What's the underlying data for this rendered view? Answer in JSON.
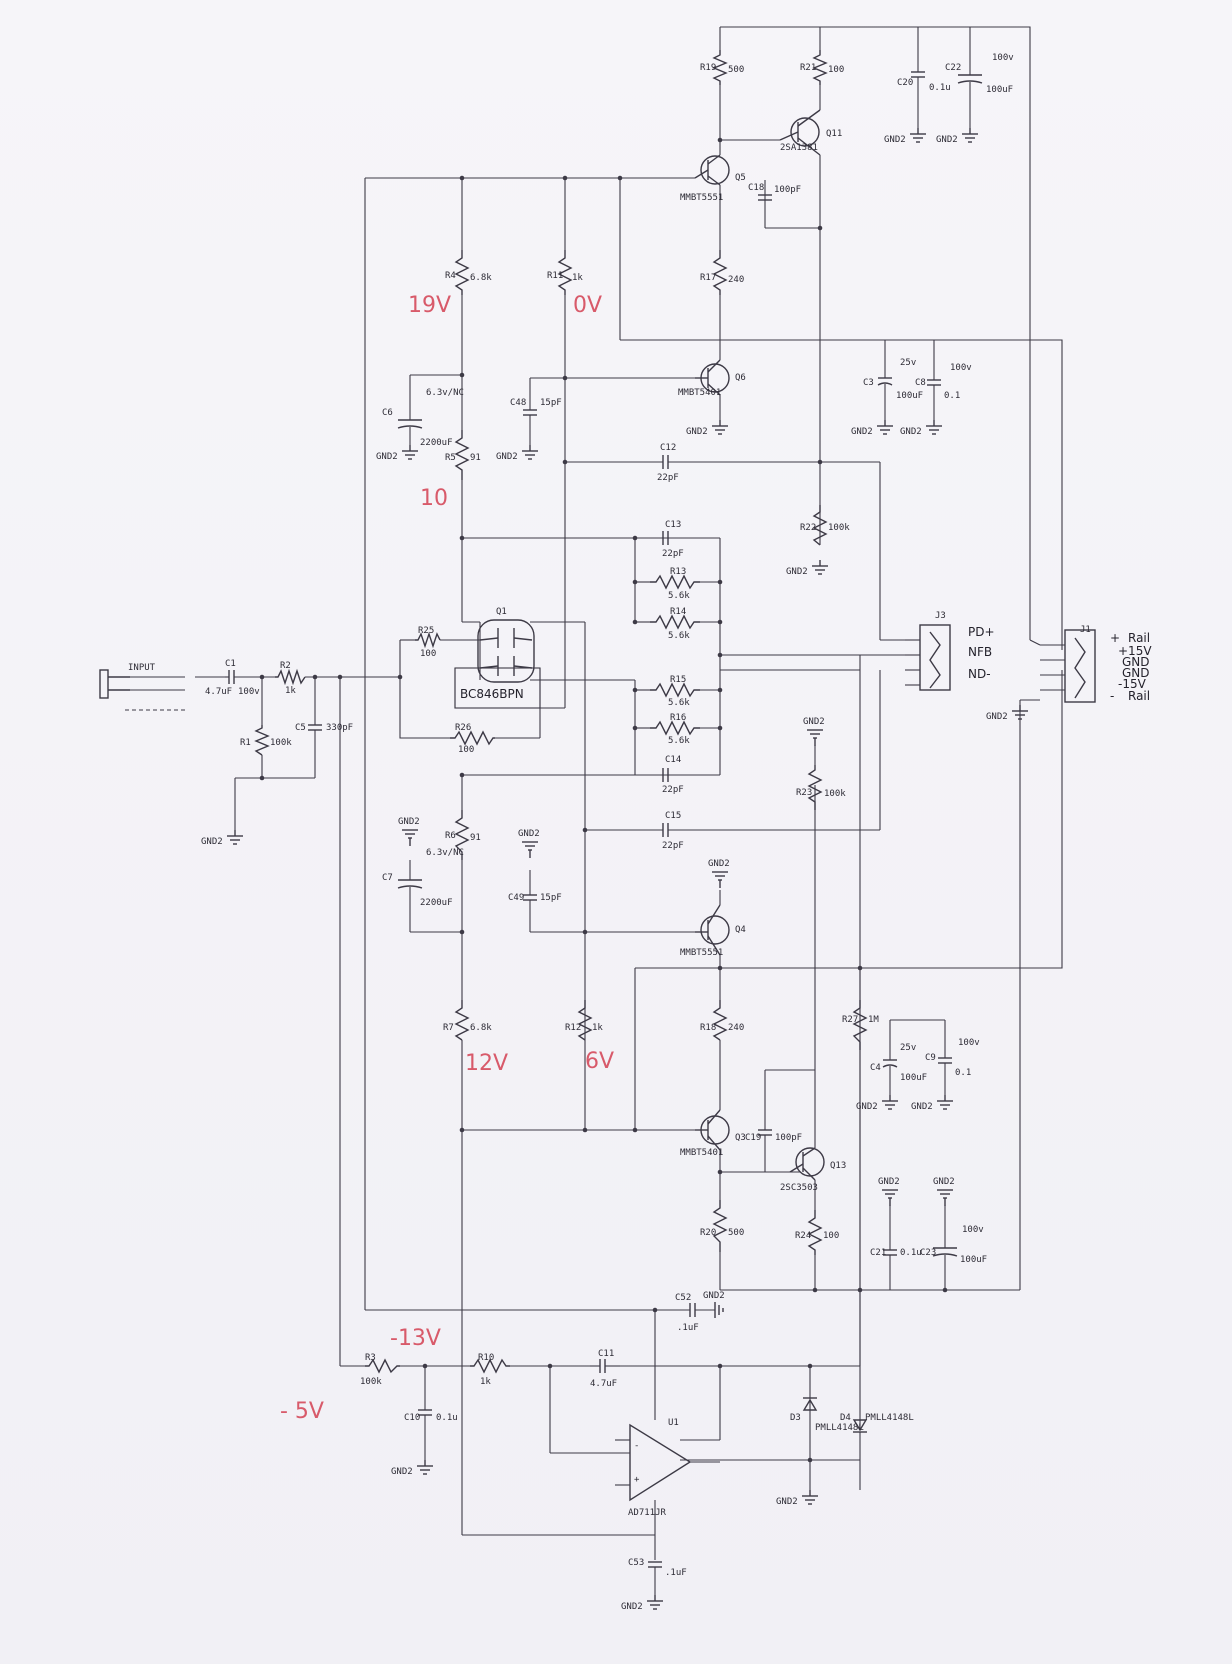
{
  "colors": {
    "ink": "#3d3a46",
    "pen": "#d85a6a",
    "paper": "#f3f2f6"
  },
  "components": {
    "input": "INPUT",
    "C1": [
      "C1",
      "4.7uF",
      "100v"
    ],
    "R2": [
      "R2",
      "1k"
    ],
    "R1": [
      "R1",
      "100k"
    ],
    "C5": [
      "C5",
      "330pF"
    ],
    "R25": [
      "R25",
      "100"
    ],
    "R26": [
      "R26",
      "100"
    ],
    "Q1": [
      "Q1",
      "BC846BPN"
    ],
    "R4": [
      "R4",
      "6.8k"
    ],
    "R5": [
      "R5",
      "91"
    ],
    "C6": [
      "C6",
      "2200uF",
      "6.3v/NC"
    ],
    "R11": [
      "R11",
      "1k"
    ],
    "C48": [
      "C48",
      "15pF"
    ],
    "R6": [
      "R6",
      "91"
    ],
    "C7": [
      "C7",
      "2200uF",
      "6.3v/NC"
    ],
    "C49": [
      "C49",
      "15pF"
    ],
    "R7": [
      "R7",
      "6.8k"
    ],
    "R12": [
      "R12",
      "1k"
    ],
    "C12": [
      "C12",
      "22pF"
    ],
    "C13": [
      "C13",
      "22pF"
    ],
    "R13": [
      "R13",
      "5.6k"
    ],
    "R14": [
      "R14",
      "5.6k"
    ],
    "R15": [
      "R15",
      "5.6k"
    ],
    "R16": [
      "R16",
      "5.6k"
    ],
    "C14": [
      "C14",
      "22pF"
    ],
    "C15": [
      "C15",
      "22pF"
    ],
    "R19": [
      "R19",
      "500"
    ],
    "Q5": [
      "Q5",
      "MMBT5551"
    ],
    "R17": [
      "R17",
      "240"
    ],
    "Q6": [
      "Q6",
      "MMBT5401"
    ],
    "C18": [
      "C18",
      "100pF"
    ],
    "R21": [
      "R21",
      "100"
    ],
    "Q11": [
      "Q11",
      "2SA1381"
    ],
    "R22": [
      "R22",
      "100k"
    ],
    "C20": [
      "C20",
      "0.1u"
    ],
    "C22": [
      "C22",
      "100uF",
      "100v"
    ],
    "C3": [
      "C3",
      "100uF",
      "25v"
    ],
    "C8": [
      "C8",
      "0.1",
      "100v"
    ],
    "J3": [
      "J3",
      "PD+",
      "NFB",
      "ND-"
    ],
    "J1": [
      "J1",
      "+",
      "Rail",
      "+15V",
      "GND",
      "GND",
      "-15V",
      "-",
      "Rail"
    ],
    "R23": [
      "R23",
      "100k"
    ],
    "Q4": [
      "Q4",
      "MMBT5551"
    ],
    "R18": [
      "R18",
      "240"
    ],
    "Q3": [
      "Q3",
      "MMBT5401"
    ],
    "C19": [
      "C19",
      "100pF"
    ],
    "Q13": [
      "Q13",
      "2SC3503"
    ],
    "R20": [
      "R20",
      "500"
    ],
    "R24": [
      "R24",
      "100"
    ],
    "R27": [
      "R27",
      "1M"
    ],
    "C4": [
      "C4",
      "100uF",
      "25v"
    ],
    "C9": [
      "C9",
      "0.1",
      "100v"
    ],
    "C21": [
      "C21",
      "0.1u"
    ],
    "C23": [
      "C23",
      "100uF",
      "100v"
    ],
    "C52": [
      "C52",
      ".1uF"
    ],
    "R3": [
      "R3",
      "100k"
    ],
    "R10": [
      "R10",
      "1k"
    ],
    "C11": [
      "C11",
      "4.7uF"
    ],
    "C10": [
      "C10",
      "0.1u"
    ],
    "U1": [
      "U1",
      "AD711JR"
    ],
    "D3": [
      "D3",
      "PMLL4148L"
    ],
    "D4": [
      "D4",
      "PMLL4148L"
    ],
    "C53": [
      "C53",
      ".1uF"
    ]
  },
  "ground_label": "GND2",
  "annotations": {
    "v_19": "19V",
    "v_0": "0V",
    "v_scribble": "10",
    "v_12": "12V",
    "v_6": "6V",
    "v_neg13": "-13V",
    "v_neg5": "- 5V"
  }
}
